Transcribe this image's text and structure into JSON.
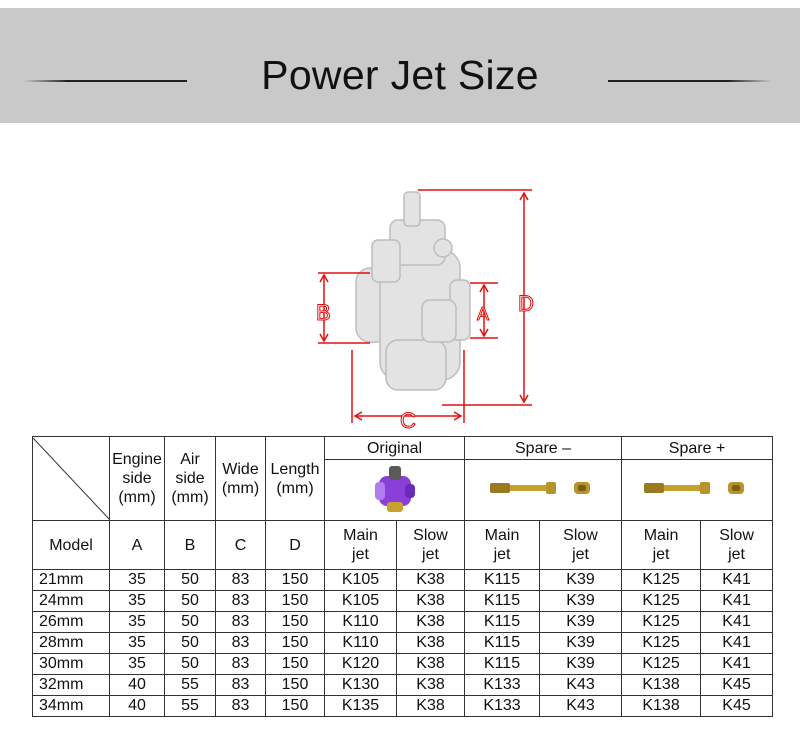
{
  "header": {
    "title": "Power Jet Size"
  },
  "diagram": {
    "labels": {
      "a": "A",
      "b": "B",
      "c": "C",
      "d": "D"
    }
  },
  "table": {
    "head": {
      "engine": [
        "Engine",
        "side",
        "(mm)"
      ],
      "air": [
        "Air",
        "side",
        "(mm)"
      ],
      "wide": [
        "Wide",
        "(mm)"
      ],
      "length": [
        "Length",
        "(mm)"
      ],
      "groups": {
        "original": "Original",
        "spare_minus": "Spare –",
        "spare_plus": "Spare +"
      }
    },
    "params": {
      "model": "Model",
      "a": "A",
      "b": "B",
      "c": "C",
      "d": "D",
      "main": [
        "Main",
        "jet"
      ],
      "slow": [
        "Slow",
        "jet"
      ]
    },
    "rows": [
      [
        "21mm",
        "35",
        "50",
        "83",
        "150",
        "K105",
        "K38",
        "K115",
        "K39",
        "K125",
        "K41"
      ],
      [
        "24mm",
        "35",
        "50",
        "83",
        "150",
        "K105",
        "K38",
        "K115",
        "K39",
        "K125",
        "K41"
      ],
      [
        "26mm",
        "35",
        "50",
        "83",
        "150",
        "K110",
        "K38",
        "K115",
        "K39",
        "K125",
        "K41"
      ],
      [
        "28mm",
        "35",
        "50",
        "83",
        "150",
        "K110",
        "K38",
        "K115",
        "K39",
        "K125",
        "K41"
      ],
      [
        "30mm",
        "35",
        "50",
        "83",
        "150",
        "K120",
        "K38",
        "K115",
        "K39",
        "K125",
        "K41"
      ],
      [
        "32mm",
        "40",
        "55",
        "83",
        "150",
        "K130",
        "K38",
        "K133",
        "K43",
        "K138",
        "K45"
      ],
      [
        "34mm",
        "40",
        "55",
        "83",
        "150",
        "K135",
        "K38",
        "K133",
        "K43",
        "K138",
        "K45"
      ]
    ]
  },
  "colors": {
    "banner": "#c9c9c9",
    "accent_red": "#e01010",
    "brass": "#b8932a",
    "purple": "#8b3fd9"
  }
}
